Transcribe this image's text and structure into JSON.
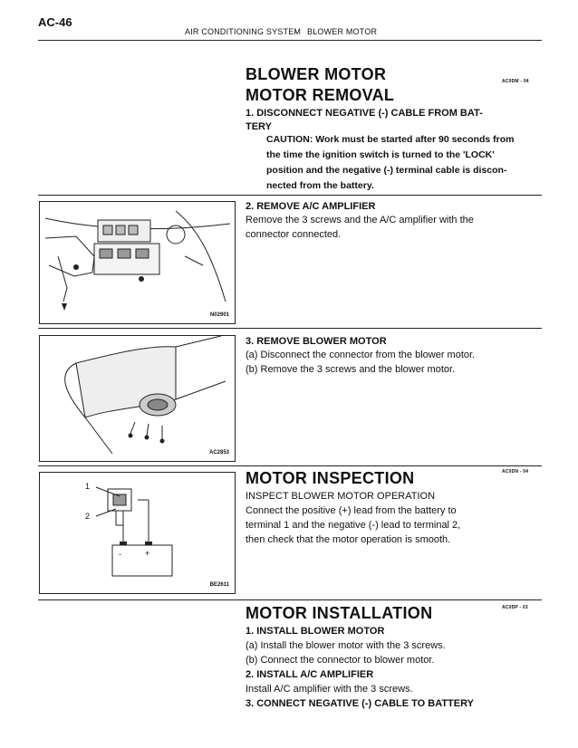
{
  "header": {
    "page_number": "AC-46",
    "section": "AIR CONDITIONING SYSTEM",
    "dash": "-",
    "subsection": "BLOWER MOTOR"
  },
  "blower_motor": {
    "title": "BLOWER MOTOR",
    "code": "AC0DM - 04",
    "removal_title": "MOTOR REMOVAL",
    "step1_line1": "1. DISCONNECT NEGATIVE (-) CABLE FROM BAT-",
    "step1_line2": "TERY",
    "caution": [
      "CAUTION: Work must be started after 90 seconds from",
      "the time the ignition switch is turned to the 'LOCK'",
      "position and the negative (-) terminal cable is discon-",
      "nected from the battery."
    ],
    "step2_title": "2. REMOVE A/C AMPLIFIER",
    "step2_text": [
      "Remove the 3 screws and the A/C amplifier with the",
      "connector connected."
    ],
    "fig1_label": "N02901",
    "step3_title": "3. REMOVE BLOWER MOTOR",
    "step3_text": [
      "(a) Disconnect the connector from the blower motor.",
      "(b) Remove the 3 screws and the blower motor."
    ],
    "fig2_label": "AC2853"
  },
  "inspection": {
    "title": "MOTOR INSPECTION",
    "code": "AC0DN - 04",
    "subtitle": "INSPECT BLOWER MOTOR OPERATION",
    "text": [
      "Connect the positive (+) lead from the battery to",
      "terminal 1 and the negative (-) lead to terminal 2,",
      "then check that the motor operation is smooth."
    ],
    "fig_label": "BE2611",
    "terminal1": "1",
    "terminal2": "2",
    "neg_sign": "-",
    "pos_sign": "+"
  },
  "installation": {
    "title": "MOTOR INSTALLATION",
    "code": "AC0DP - 03",
    "step1_title": "1. INSTALL BLOWER MOTOR",
    "step1_text": [
      "(a) Install the blower motor with the 3 screws.",
      "(b) Connect the connector to blower motor."
    ],
    "step2_title": "2. INSTALL A/C AMPLIFIER",
    "step2_text": "Install A/C amplifier with the 3 screws.",
    "step3_title": "3. CONNECT NEGATIVE (-) CABLE TO BATTERY"
  }
}
